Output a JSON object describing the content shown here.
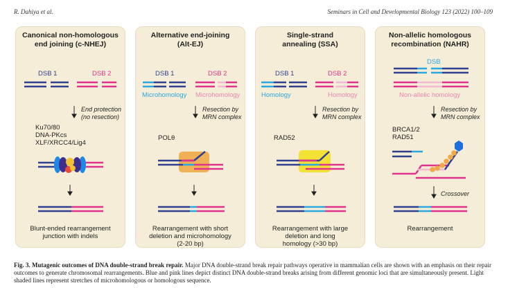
{
  "header": {
    "left": "R. Dahiya et al.",
    "right": "Seminars in Cell and Developmental Biology 123 (2022) 100–109"
  },
  "colors": {
    "dsb1": "#2e3f8f",
    "dsb2": "#e0348a",
    "homology1": "#29a8e0",
    "homology2": "#f2b8cf",
    "panel_bg": "#f5edd8"
  },
  "panels": [
    {
      "title_line1": "Canonical non-homologous",
      "title_line2": "end joining (c-NHEJ)",
      "label_dsb1": "DSB 1",
      "label_dsb2": "DSB 2",
      "arrow_note_line1": "End protection",
      "arrow_note_line2": "(no resection)",
      "proteins": [
        "Ku70/80",
        "DNA-PKcs",
        "XLF/XRCC4/Lig4"
      ],
      "outcome_line1": "Blunt-ended rearrangement",
      "outcome_line2": "junction with indels"
    },
    {
      "title_line1": "Alternative end-joining",
      "title_line2": "(Alt-EJ)",
      "label_dsb1": "DSB 1",
      "label_dsb2": "DSB 2",
      "hom_label1": "Microhomology",
      "hom_label2": "Microhomology",
      "arrow_note_line1": "Resection by",
      "arrow_note_line2": "MRN complex",
      "proteins": [
        "POLθ"
      ],
      "outcome_line1": "Rearrangement with short",
      "outcome_line2": "deletion and microhomology",
      "outcome_line3": "(2-20 bp)"
    },
    {
      "title_line1": "Single-strand",
      "title_line2": "annealing (SSA)",
      "label_dsb1": "DSB 1",
      "label_dsb2": "DSB 2",
      "hom_label1": "Homology",
      "hom_label2": "Homology",
      "arrow_note_line1": "Resection by",
      "arrow_note_line2": "MRN complex",
      "proteins": [
        "RAD52"
      ],
      "outcome_line1": "Rearrangement with large",
      "outcome_line2": "deletion and long",
      "outcome_line3": "homology (>30 bp)"
    },
    {
      "title_line1": "Non-allelic homologous",
      "title_line2": "recombination (NAHR)",
      "label_dsb": "DSB",
      "hom_label": "Non-allelic homology",
      "arrow_note_line1": "Resection by",
      "arrow_note_line2": "MRN complex",
      "proteins": [
        "BRCA1/2",
        "RAD51"
      ],
      "arrow2_note": "Crossover",
      "outcome_line1": "Rearrangement"
    }
  ],
  "caption": {
    "label": "Fig. 3.",
    "title": "Mutagenic outcomes of DNA double-strand break repair.",
    "body": "Major DNA double-strand break repair pathways operative in mammalian cells are shown with an emphasis on their repair outcomes to generate chromosomal rearrangements. Blue and pink lines depict distinct DNA double-strand breaks arising from different genomic loci that are simultaneously present. Light shaded lines represent stretches of microhomologous or homologous sequence."
  }
}
